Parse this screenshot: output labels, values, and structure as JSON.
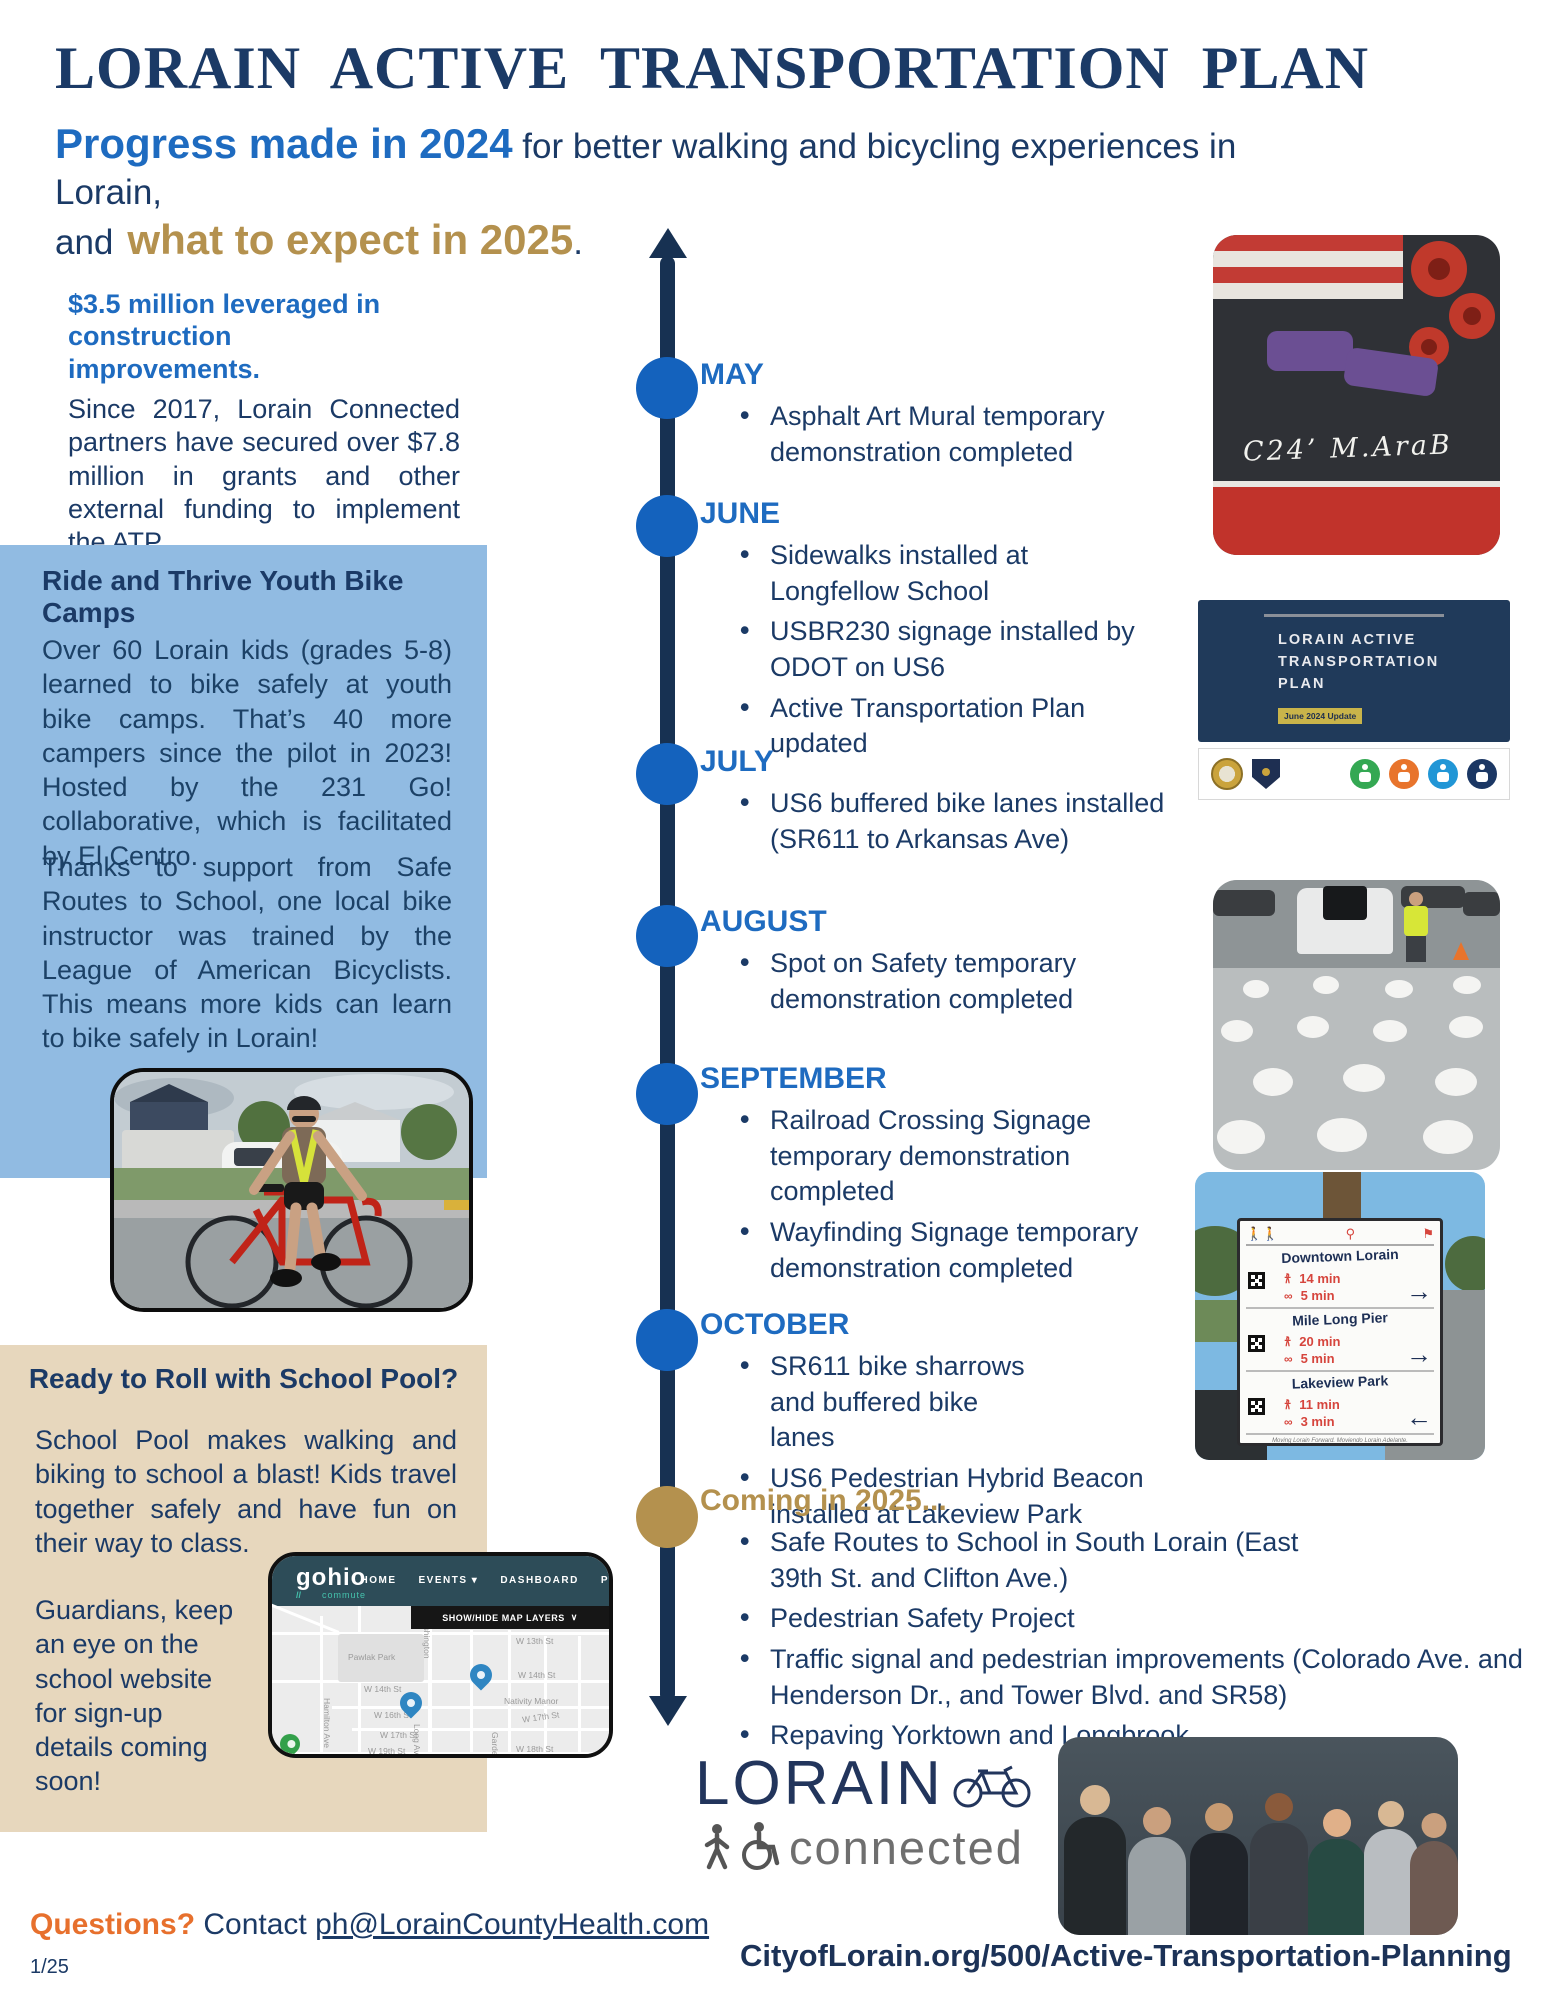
{
  "colors": {
    "navy": "#1b3a66",
    "blue": "#1e6bc0",
    "gold": "#b4914e",
    "panel_blue": "#91bbe2",
    "panel_tan": "#e7d7bd",
    "dot_blue": "#1462bd",
    "orange": "#e7702d"
  },
  "header": {
    "title": "LORAIN ACTIVE TRANSPORTATION PLAN",
    "sub": {
      "progress": "Progress made in 2024",
      "rest1": " for better walking and bicycling experiences in Lorain,",
      "and": "and",
      "expect": "what to expect in 2025",
      "period": "."
    }
  },
  "funding": {
    "heading": "$3.5 million leveraged in construction improvements.",
    "body": "Since 2017, Lorain Connected partners have secured over $7.8 million in grants and other external funding to implement the ATP."
  },
  "bike_camps": {
    "heading": "Ride and Thrive Youth Bike Camps",
    "para1": "Over 60 Lorain kids (grades 5-8) learned to bike safely at youth bike camps. That’s 40 more campers since the pilot in 2023! Hosted by the 231 Go! collaborative, which is facilitated by El Centro.",
    "para2": "Thanks to support from Safe Routes to School, one local bike instructor was trained by the League of American Bicyclists. This means more kids can learn to bike safely in Lorain!"
  },
  "school_pool": {
    "heading": "Ready to Roll with School Pool?",
    "para1": "School Pool makes walking and biking to school a blast! Kids travel together safely and have fun on their way to class.",
    "para2": "Guardians, keep an eye on the school website for sign-up details coming soon!"
  },
  "gohio": {
    "logo": "gohio",
    "logo_sub": "commute",
    "nav": [
      "HOME",
      "EVENTS",
      "DASHBOARD",
      "PRO"
    ],
    "map_layers_label": "SHOW/HIDE MAP LAYERS",
    "map_labels": [
      "Pawlak Park",
      "W 14th St",
      "W 16th St",
      "W 17th St",
      "W 13th St",
      "W 14th St",
      "W 17th St",
      "W 18th St",
      "Nativity Manor",
      "Washington",
      "Hamilton Ave",
      "Long Ave",
      "Garden Ave",
      "W 19th St"
    ]
  },
  "timeline": {
    "months": [
      {
        "label": "MAY",
        "items": [
          "Asphalt Art Mural temporary demonstration completed"
        ]
      },
      {
        "label": "JUNE",
        "items": [
          "Sidewalks installed at Longfellow School",
          "USBR230 signage installed by ODOT on US6",
          "Active Transportation Plan updated"
        ]
      },
      {
        "label": "JULY",
        "items": [
          "US6 buffered bike lanes installed (SR611 to Arkansas Ave)"
        ]
      },
      {
        "label": "AUGUST",
        "items": [
          "Spot on Safety temporary demonstration completed"
        ]
      },
      {
        "label": "SEPTEMBER",
        "items": [
          "Railroad Crossing Signage temporary demonstration completed",
          "Wayfinding Signage temporary demonstration completed"
        ]
      },
      {
        "label": "OCTOBER",
        "items": [
          "SR611 bike sharrows and buffered bike lanes",
          "US6 Pedestrian Hybrid Beacon installed at Lakeview Park"
        ]
      },
      {
        "label": "Coming in 2025...",
        "items": [
          "Safe Routes to School in South Lorain (East 39th St. and Clifton Ave.)",
          "Pedestrian Safety Project",
          "Traffic signal and pedestrian improvements (Colorado Ave. and Henderson Dr., and Tower Blvd. and SR58)",
          "Repaving Yorktown and Longbrook"
        ]
      }
    ]
  },
  "mural": {
    "signature": "C24’  M.AraB"
  },
  "atp_cover": {
    "line1": "LORAIN ACTIVE",
    "line2": "TRANSPORTATION",
    "line3": "PLAN",
    "badge": "June 2024 Update"
  },
  "wayfinding": {
    "destinations": [
      {
        "name": "Downtown Lorain",
        "walk": "14 min",
        "bike": "5 min",
        "arrow": "→"
      },
      {
        "name": "Mile Long Pier",
        "walk": "20 min",
        "bike": "5 min",
        "arrow": "→"
      },
      {
        "name": "Lakeview Park",
        "walk": "11 min",
        "bike": "3 min",
        "arrow": "←"
      }
    ],
    "footer_note": "Moving Lorain Forward. Moviendo Lorain Adelante."
  },
  "footer": {
    "brand1": "LORAIN",
    "brand2": "connected",
    "questions": "Questions?",
    "contact_prefix": " Contact ",
    "contact_link": "ph@LorainCountyHealth.com",
    "page_number": "1/25",
    "website": "CityofLorain.org/500/Active-Transportation-Planning"
  }
}
